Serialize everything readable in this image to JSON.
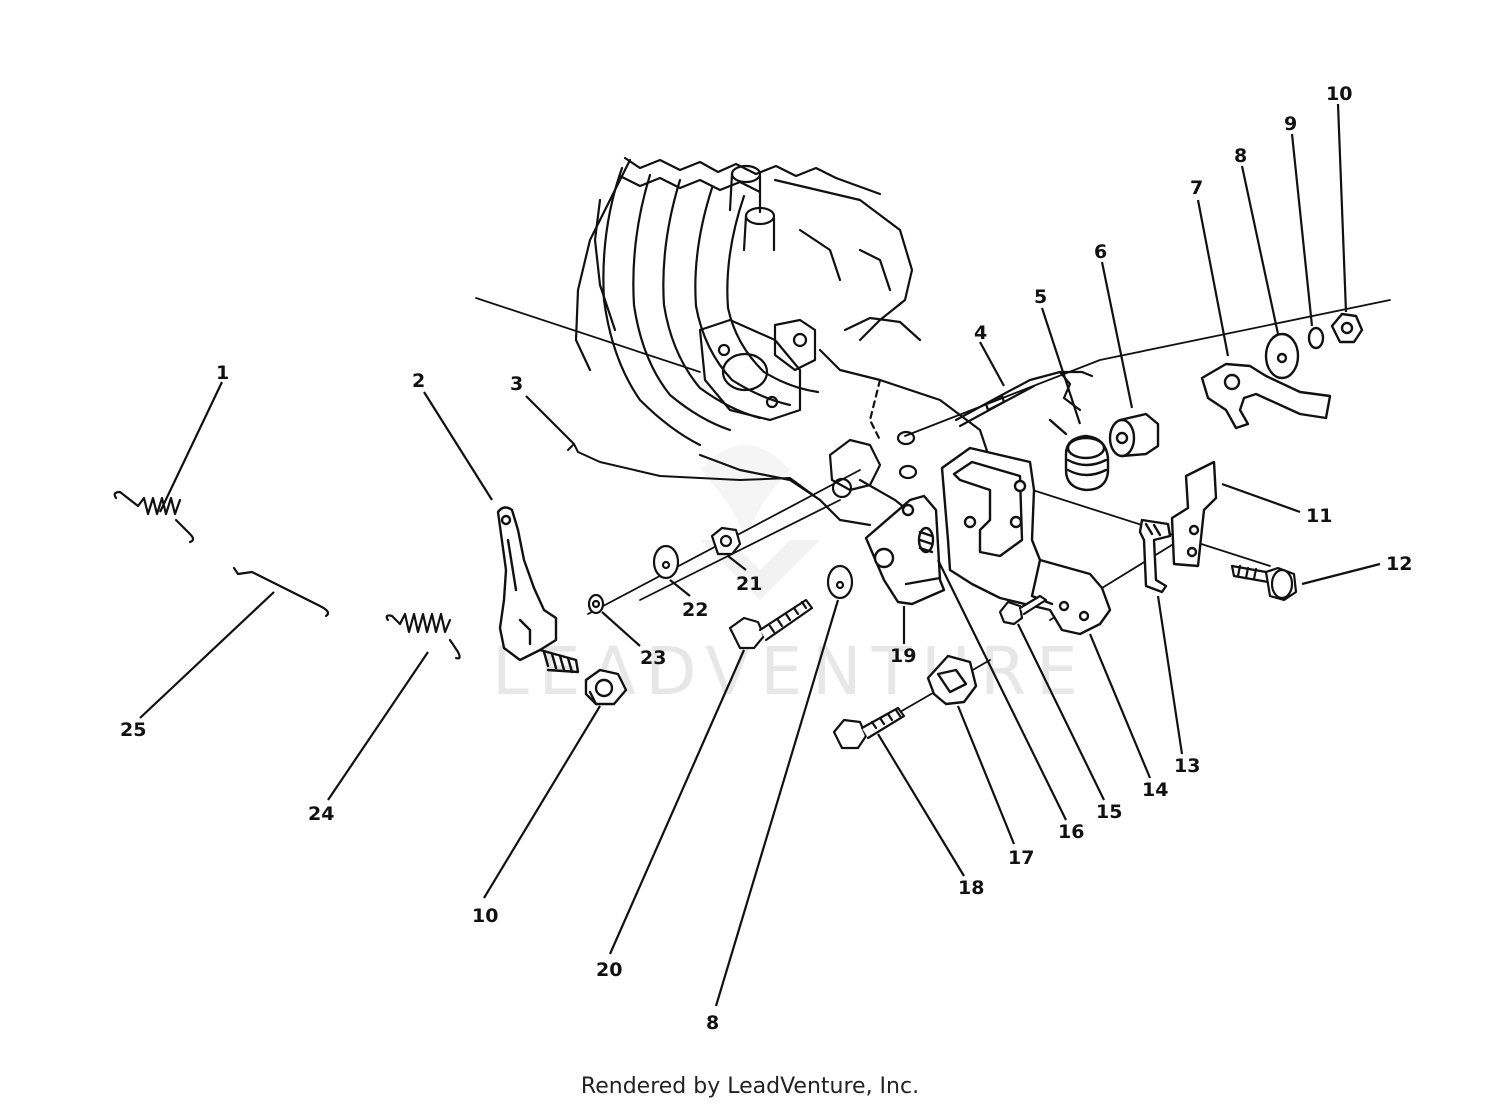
{
  "diagram": {
    "watermark": "LEADVENTURE",
    "credit": "Rendered by LeadVenture, Inc.",
    "callouts": [
      "1",
      "2",
      "3",
      "4",
      "5",
      "6",
      "7",
      "8",
      "9",
      "10",
      "11",
      "12",
      "13",
      "14",
      "15",
      "16",
      "17",
      "18",
      "19",
      "20",
      "21",
      "22",
      "23",
      "24",
      "25",
      "10",
      "8"
    ],
    "parts": [
      {
        "id": "engine-block"
      },
      {
        "id": "governor-spring-1"
      },
      {
        "id": "governor-lever-2"
      },
      {
        "id": "link-rod-3"
      },
      {
        "id": "choke-cable-4"
      },
      {
        "id": "spring-5"
      },
      {
        "id": "bushing-6"
      },
      {
        "id": "choke-lever-7"
      },
      {
        "id": "washer-8"
      },
      {
        "id": "lock-washer-9"
      },
      {
        "id": "nut-10"
      },
      {
        "id": "bracket-11"
      },
      {
        "id": "screw-12"
      },
      {
        "id": "clip-13"
      },
      {
        "id": "control-plate-14"
      },
      {
        "id": "screw-15"
      },
      {
        "id": "spring-16"
      },
      {
        "id": "cable-clamp-17"
      },
      {
        "id": "screw-18"
      },
      {
        "id": "throttle-lever-19"
      },
      {
        "id": "screw-20"
      },
      {
        "id": "nut-21"
      },
      {
        "id": "washer-22"
      },
      {
        "id": "washer-23"
      },
      {
        "id": "spring-24"
      },
      {
        "id": "link-rod-25"
      }
    ]
  }
}
